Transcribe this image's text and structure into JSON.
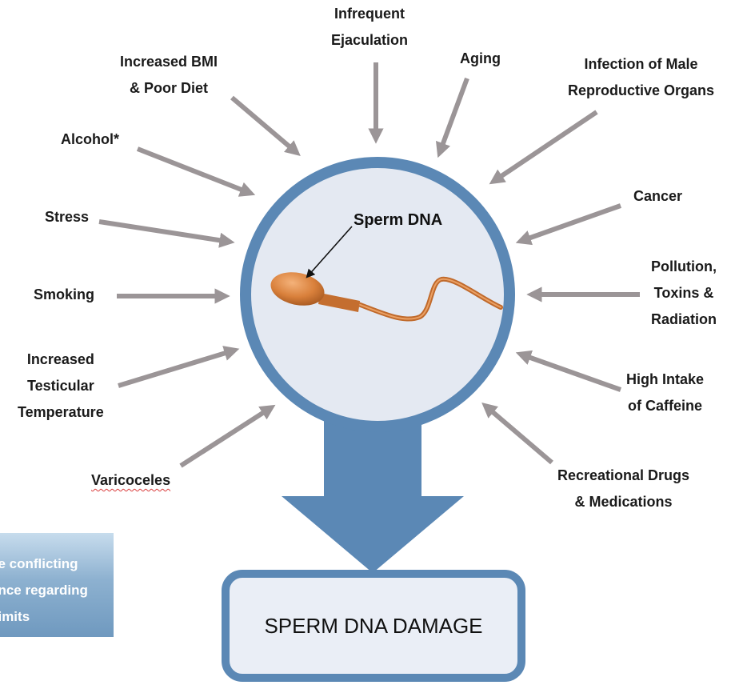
{
  "colors": {
    "arrow": "#9b9597",
    "circle_ring": "#5b88b5",
    "circle_fill": "#e4e9f2",
    "big_arrow": "#5b88b5",
    "sperm": "#d9803b",
    "note_box": "#8db1d0"
  },
  "center": {
    "label": "Sperm DNA",
    "image": "sperm-cell"
  },
  "factors": {
    "ejaculation": [
      "Infrequent",
      "Ejaculation"
    ],
    "aging": [
      "Aging"
    ],
    "infection": [
      "Infection of Male",
      "Reproductive Organs"
    ],
    "cancer": [
      "Cancer"
    ],
    "pollution": [
      "Pollution,",
      "Toxins &",
      "Radiation"
    ],
    "caffeine": [
      "High Intake",
      "of Caffeine"
    ],
    "drugs": [
      "Recreational Drugs",
      "& Medications"
    ],
    "varicoceles": [
      "Varicoceles"
    ],
    "temperature": [
      "Increased",
      "Testicular",
      "Temperature"
    ],
    "smoking": [
      "Smoking"
    ],
    "stress": [
      "Stress"
    ],
    "alcohol": [
      "Alcohol*"
    ],
    "bmi": [
      "Increased BMI",
      "& Poor Diet"
    ]
  },
  "note": [
    "*Some conflicting",
    "evidence regarding",
    "safe limits"
  ],
  "outcome": {
    "label": "SPERM DNA DAMAGE"
  }
}
